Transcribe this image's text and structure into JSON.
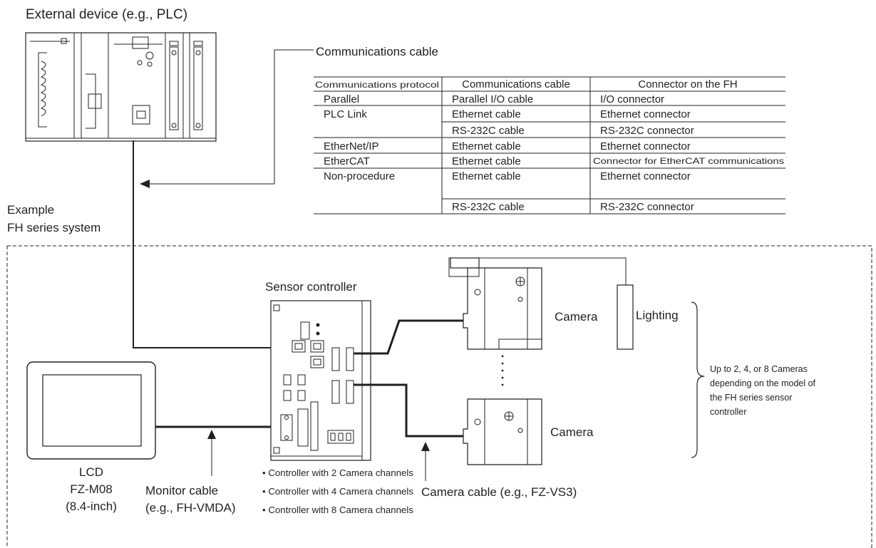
{
  "external_device": {
    "title": "External device (e.g., PLC)"
  },
  "communications_cable_label": "Communications cable",
  "protocol_table": {
    "headers": [
      "Communications protocol",
      "Communications cable",
      "Connector on the FH"
    ],
    "rows": [
      [
        "Parallel",
        "Parallel I/O cable",
        "I/O connector"
      ],
      [
        "PLC Link",
        "Ethernet cable",
        "Ethernet connector"
      ],
      [
        "",
        "RS-232C cable",
        "RS-232C connector"
      ],
      [
        "EtherNet/IP",
        "Ethernet cable",
        "Ethernet connector"
      ],
      [
        "EtherCAT",
        "Ethernet cable",
        "Connector for EtherCAT communications"
      ],
      [
        "Non-procedure",
        "Ethernet cable",
        "Ethernet connector"
      ],
      [
        "",
        "RS-232C cable",
        "RS-232C connector"
      ]
    ]
  },
  "example": {
    "line1": "Example",
    "line2": "FH series system"
  },
  "sensor_controller_label": "Sensor controller",
  "camera_label_top": "Camera",
  "camera_label_bottom": "Camera",
  "lighting_label": "Lighting",
  "camera_note": {
    "line1": "Up to 2, 4, or 8 Cameras",
    "line2": "depending on the model of",
    "line3": "the FH series sensor",
    "line4": "controller"
  },
  "lcd": {
    "line1": "LCD",
    "line2": "FZ-M08",
    "line3": "(8.4-inch)"
  },
  "monitor_cable": {
    "line1": "Monitor cable",
    "line2": "(e.g., FH-VMDA)"
  },
  "controller_options": [
    "• Controller with 2 Camera channels",
    "• Controller with 4 Camera channels",
    "• Controller with 8 Camera channels"
  ],
  "camera_cable_label": "Camera cable (e.g., FZ-VS3)",
  "colors": {
    "line": "#231f20",
    "background": "#ffffff"
  }
}
